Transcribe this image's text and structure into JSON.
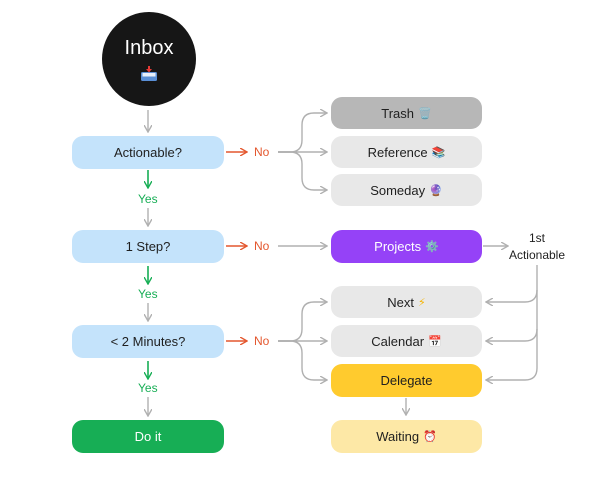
{
  "inbox": {
    "title": "Inbox",
    "icon": "inbox-tray-icon"
  },
  "questions": {
    "actionable": "Actionable?",
    "one_step": "1 Step?",
    "two_minutes": "< 2 Minutes?"
  },
  "branch_labels": {
    "no": "No",
    "yes": "Yes"
  },
  "outcomes": {
    "trash": {
      "label": "Trash",
      "emoji": "🗑️"
    },
    "reference": {
      "label": "Reference",
      "emoji": "📚"
    },
    "someday": {
      "label": "Someday",
      "emoji": "🔮"
    },
    "projects": {
      "label": "Projects",
      "emoji": "⚙️"
    },
    "next": {
      "label": "Next",
      "emoji": "⚡"
    },
    "calendar": {
      "label": "Calendar",
      "emoji": "📅"
    },
    "delegate": {
      "label": "Delegate"
    },
    "waiting": {
      "label": "Waiting",
      "emoji": "⏰"
    },
    "do_it": {
      "label": "Do it"
    }
  },
  "first_actionable": {
    "line1": "1st",
    "line2": "Actionable"
  },
  "colors": {
    "question_fill": "#c4e3fb",
    "no_arrow": "#e4572e",
    "yes_arrow": "#17ae55",
    "connector": "#b0b0b0",
    "projects": "#9542f7",
    "delegate": "#ffcb2e",
    "waiting": "#fde8a6",
    "do_it": "#17ae55",
    "trash": "#b7b7b7"
  }
}
